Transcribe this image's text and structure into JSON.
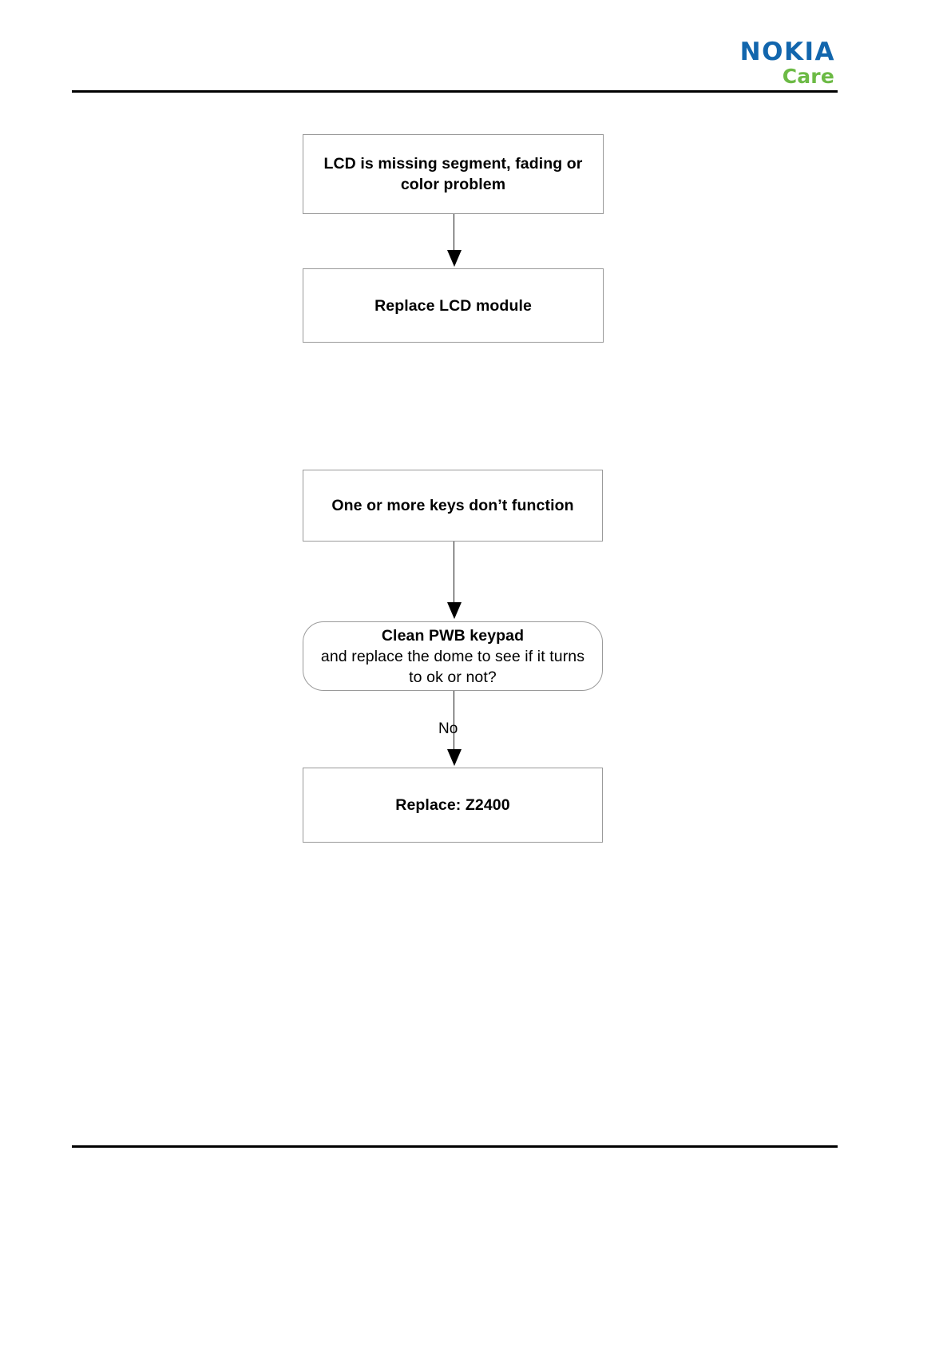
{
  "header": {
    "brand_primary": "NOKIA",
    "brand_secondary": "Care",
    "brand_primary_color": "#1266ad",
    "brand_secondary_color": "#6cba45"
  },
  "flowcharts": [
    {
      "id": "lcd-troubleshooting",
      "nodes": [
        {
          "id": "lcd-problem",
          "shape": "rectangle",
          "lines": [
            {
              "text": "LCD is missing segment, fading  or",
              "bold": true
            },
            {
              "text": "color problem",
              "bold": true
            }
          ]
        },
        {
          "id": "replace-lcd",
          "shape": "rectangle",
          "lines": [
            {
              "text": "Replace LCD module",
              "bold": true
            }
          ]
        }
      ],
      "edges": [
        {
          "from": "lcd-problem",
          "to": "replace-lcd",
          "label": ""
        }
      ]
    },
    {
      "id": "keypad-troubleshooting",
      "nodes": [
        {
          "id": "keys-fail",
          "shape": "rectangle",
          "lines": [
            {
              "text": "One or more keys don’t function",
              "bold": true
            }
          ]
        },
        {
          "id": "clean-keypad",
          "shape": "rounded-rectangle",
          "lines": [
            {
              "text": "Clean PWB keypad",
              "bold": true
            },
            {
              "text": "and replace the dome to see if it turns",
              "bold": false
            },
            {
              "text": "to ok or not?",
              "bold": false
            }
          ]
        },
        {
          "id": "replace-z2400",
          "shape": "rectangle",
          "lines": [
            {
              "text": "Replace: Z2400",
              "bold": true
            }
          ]
        }
      ],
      "edges": [
        {
          "from": "keys-fail",
          "to": "clean-keypad",
          "label": ""
        },
        {
          "from": "clean-keypad",
          "to": "replace-z2400",
          "label": "No"
        }
      ]
    }
  ],
  "nodes_by_id": {
    "lcd_problem_line1": "LCD is missing segment, fading  or",
    "lcd_problem_line2": "color problem",
    "replace_lcd": "Replace LCD module",
    "keys_fail": "One or more keys don’t function",
    "clean_keypad_line1": "Clean PWB keypad",
    "clean_keypad_line2": "and replace the dome to see if it turns",
    "clean_keypad_line3": "to ok or not?",
    "replace_z2400": "Replace: Z2400",
    "edge_label_no": "No"
  }
}
